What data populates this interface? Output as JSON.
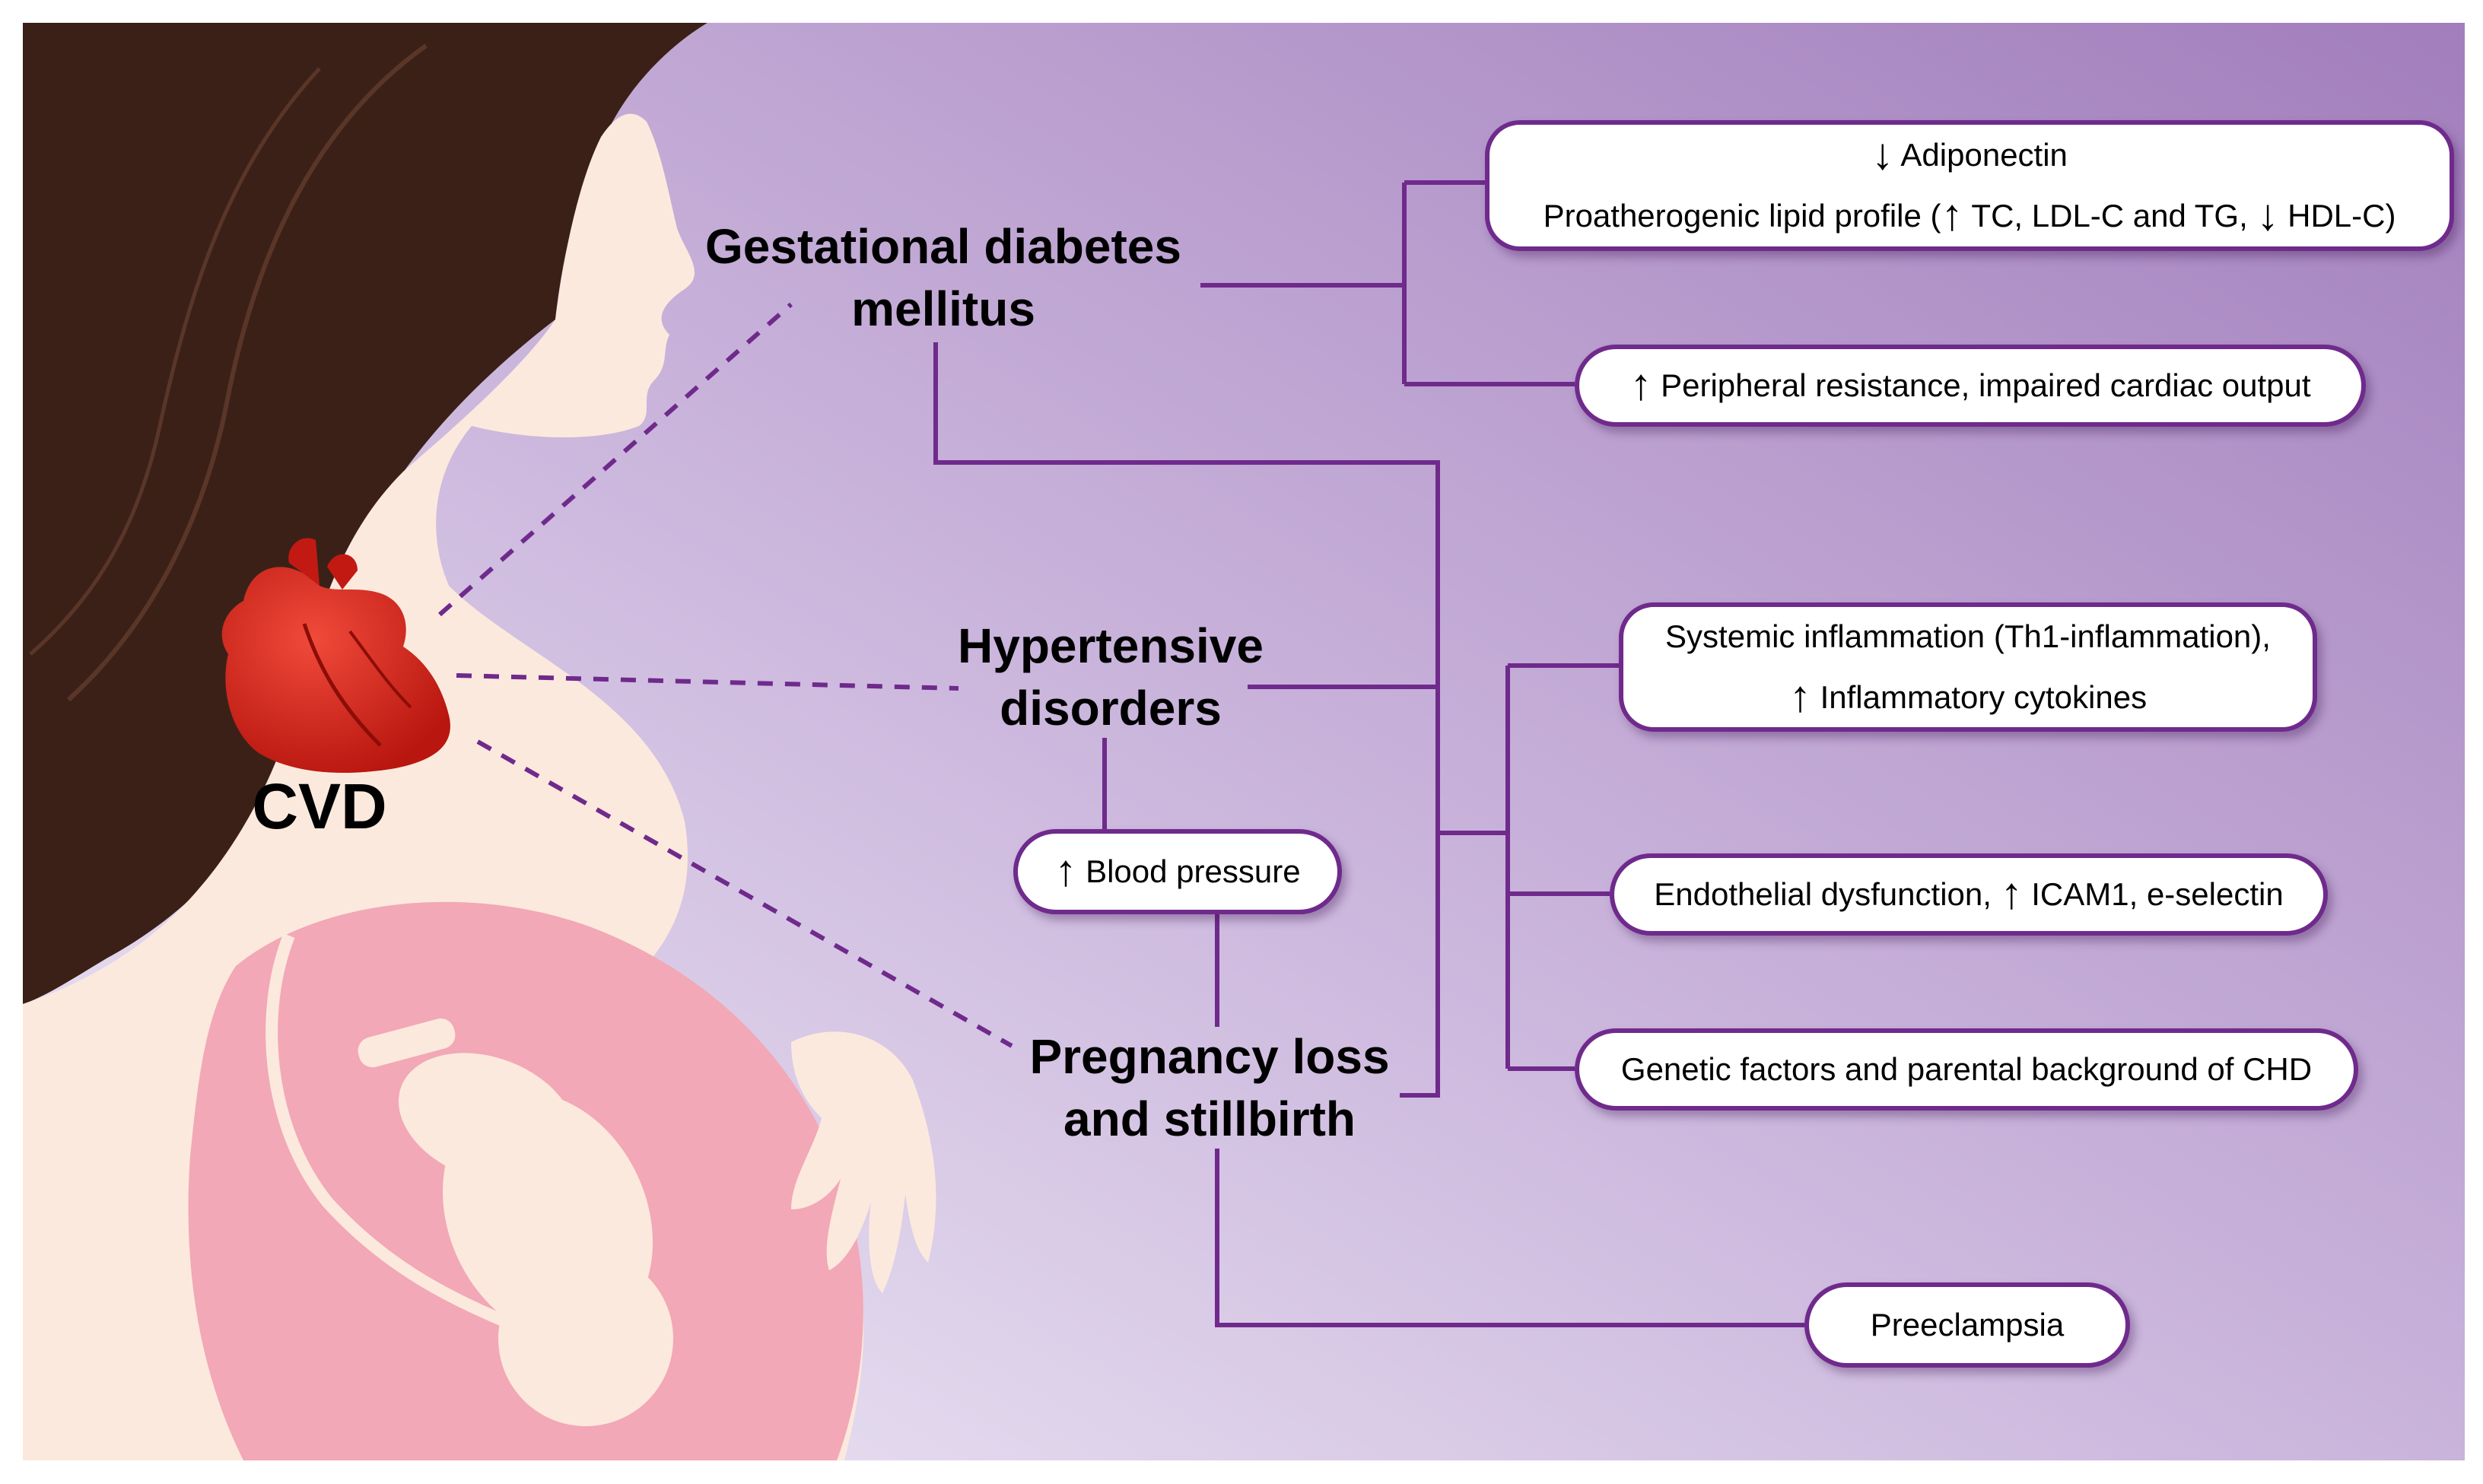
{
  "center": {
    "label": "CVD"
  },
  "conditions": {
    "gdm": {
      "line1": "Gestational diabetes",
      "line2": "mellitus"
    },
    "hyp": {
      "line1": "Hypertensive",
      "line2": "disorders"
    },
    "preg": {
      "line1": "Pregnancy loss",
      "line2": "and stillbirth"
    }
  },
  "mechanisms": {
    "adiponectin": {
      "arrow": "↓",
      "text": "Adiponectin"
    },
    "lipid": {
      "before": "Proatherogenic lipid profile (",
      "up_arrow": "↑",
      "middle": " TC, LDL-C and TG, ",
      "down_arrow": "↓",
      "after": " HDL-C)"
    },
    "peripheral": {
      "arrow": "↑",
      "text": " Peripheral resistance, impaired cardiac output"
    },
    "inflammation": {
      "line1": "Systemic inflammation (Th1-inflammation),",
      "arrow": "↑",
      "line2": " Inflammatory cytokines"
    },
    "endothelial": {
      "before": "Endothelial dysfunction, ",
      "arrow": "↑",
      "after": " ICAM1, e-selectin"
    },
    "genetic": {
      "text": "Genetic factors and parental background of CHD"
    },
    "blood_pressure": {
      "arrow": "↑",
      "text": " Blood pressure"
    },
    "preeclampsia": {
      "text": "Preeclampsia"
    }
  },
  "colors": {
    "connector": "#6f2a8c",
    "background_light": "#ece6f4",
    "background_dark": "#a682bf",
    "skin": "#fce9dd",
    "hair": "#3b2018",
    "belly": "#f2a8b6",
    "heart": "#d8261e"
  },
  "icons": [
    "woman-silhouette-illustration",
    "fetus-illustration",
    "heart-icon"
  ]
}
